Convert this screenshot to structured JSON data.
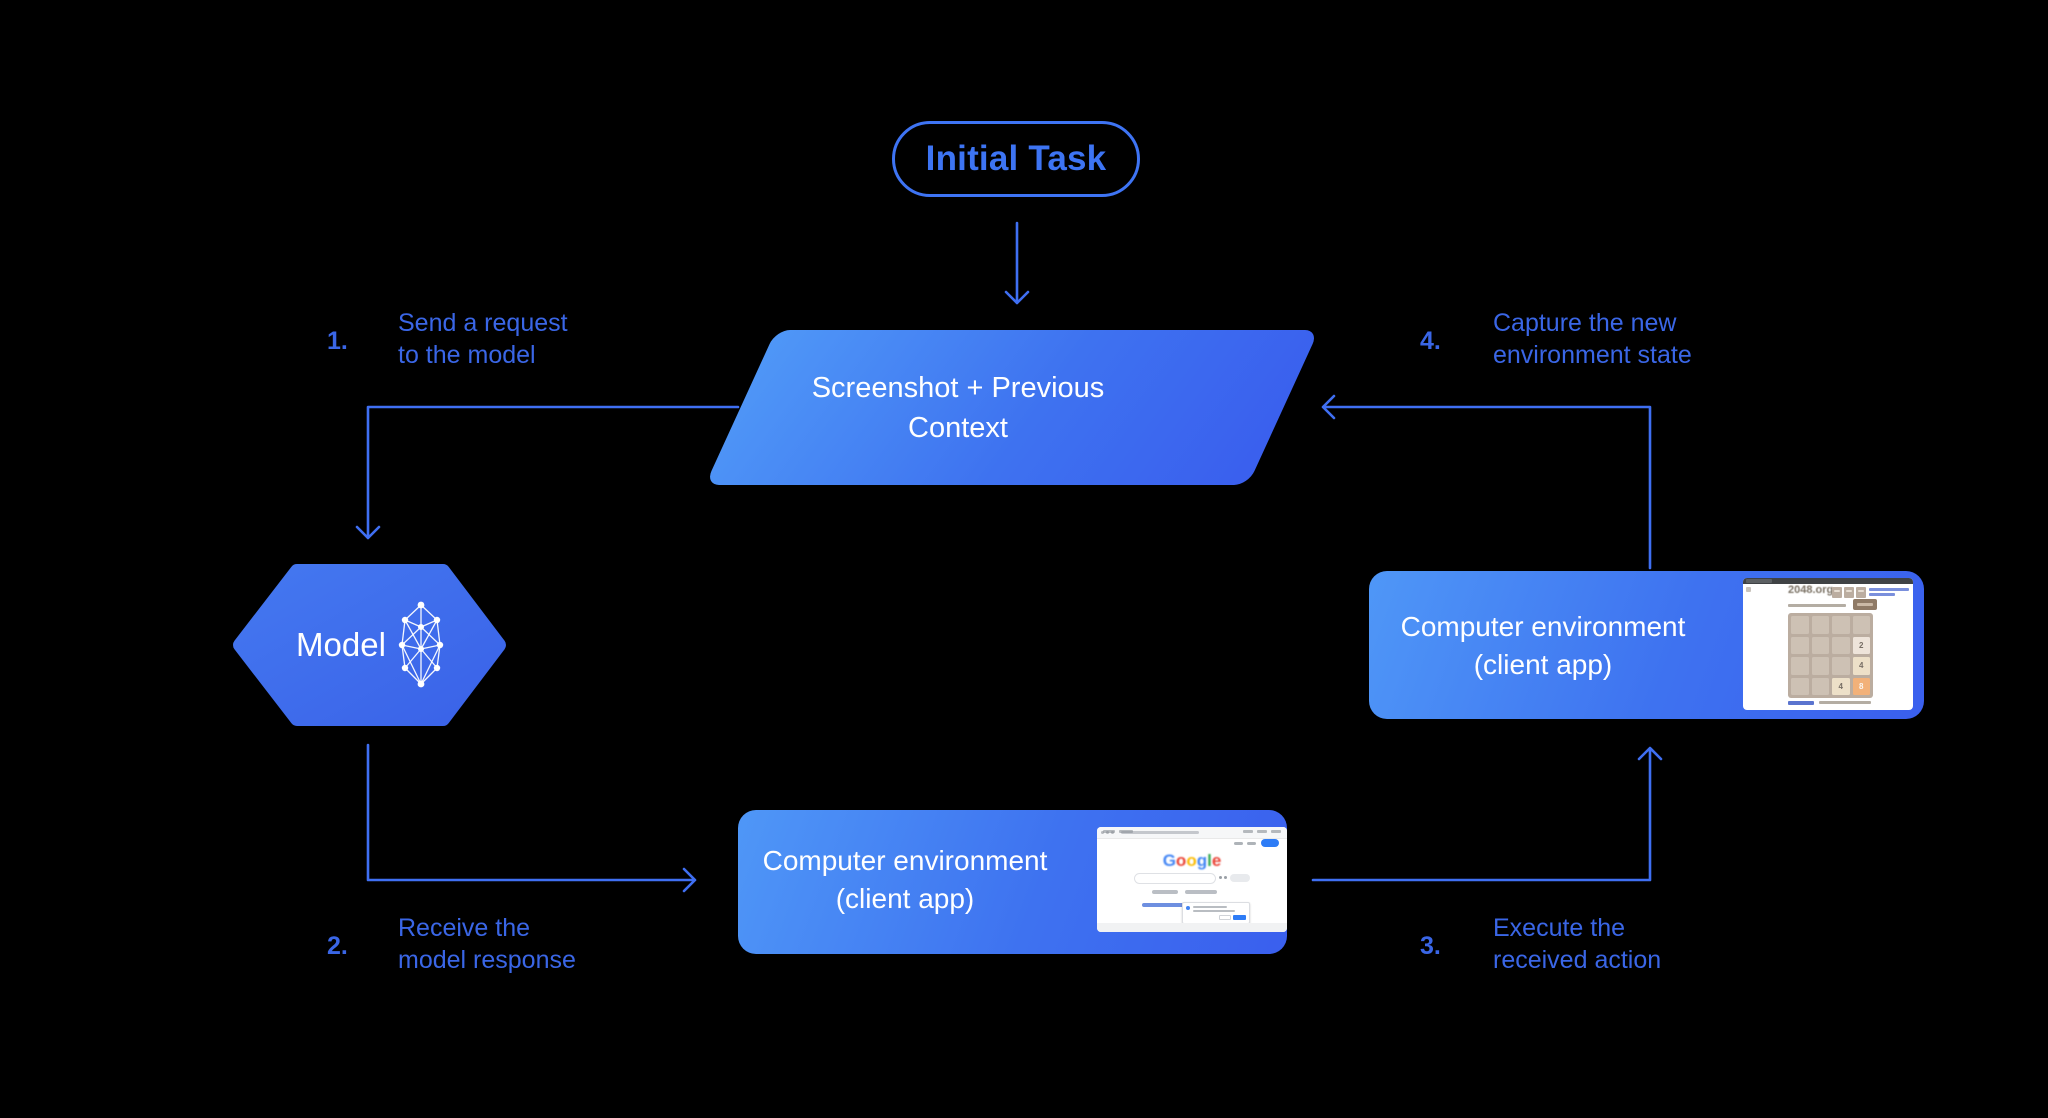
{
  "colors": {
    "background": "#000000",
    "connector_blue": "#3F6FF2",
    "label_blue": "#3A66E6",
    "pill_blue": "#3D74F3",
    "shape_gradient_start": "#4F97F7",
    "shape_gradient_end": "#3A5FEE",
    "shape_text": "#FFFFFF"
  },
  "initial_task": {
    "label": "Initial Task"
  },
  "context_shape": {
    "line1": "Screenshot + Previous",
    "line2": "Context"
  },
  "model": {
    "label": "Model",
    "icon": "neural-network-icon"
  },
  "env_bottom": {
    "line1": "Computer environment",
    "line2": "(client app)"
  },
  "env_top": {
    "line1": "Computer environment",
    "line2": "(client app)"
  },
  "steps": [
    {
      "num": "1.",
      "line1": "Send a request",
      "line2": "to the model"
    },
    {
      "num": "2.",
      "line1": "Receive the",
      "line2": "model response"
    },
    {
      "num": "3.",
      "line1": "Execute the",
      "line2": "received action"
    },
    {
      "num": "4.",
      "line1": "Capture the new",
      "line2": "environment state"
    }
  ],
  "mini_google": {
    "logo": "Google",
    "logo_colors": [
      "#4285F4",
      "#EA4335",
      "#FBBC05",
      "#4285F4",
      "#34A853",
      "#EA4335"
    ]
  },
  "mini_2048": {
    "title": "2048.org",
    "grid": [
      [
        "",
        "",
        "",
        ""
      ],
      [
        "",
        "",
        "",
        "2"
      ],
      [
        "",
        "",
        "",
        "4"
      ],
      [
        "",
        "",
        "4",
        "8"
      ]
    ],
    "tile_styles": {
      "2": {
        "bg": "#EEE4DA",
        "fg": "#776E65"
      },
      "4": {
        "bg": "#EDE0C8",
        "fg": "#776E65"
      },
      "8": {
        "bg": "#F2B179",
        "fg": "#F9F6F2"
      }
    }
  }
}
